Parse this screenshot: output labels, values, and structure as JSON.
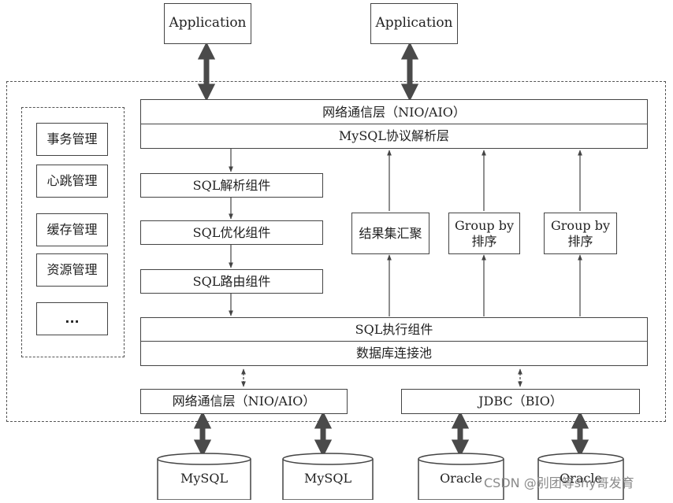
{
  "apps": {
    "left": "Application",
    "right": "Application"
  },
  "middleware": {
    "network_layer": "网络通信层（NIO/AIO）",
    "protocol_layer": "MySQL协议解析层",
    "parse_component": "SQL解析组件",
    "optimize_component": "SQL优化组件",
    "route_component": "SQL路由组件",
    "result_merge": "结果集汇聚",
    "group_by_1": "Group by\n排序",
    "group_by_2": "Group by\n排序",
    "exec_component": "SQL执行组件",
    "connection_pool": "数据库连接池",
    "backend_network": "网络通信层（NIO/AIO）",
    "jdbc": "JDBC（BIO）"
  },
  "management": {
    "items": [
      "事务管理",
      "心跳管理",
      "缓存管理",
      "资源管理",
      "..."
    ]
  },
  "databases": [
    "MySQL",
    "MySQL",
    "Oracle",
    "Oracle"
  ],
  "watermark": "CSDN @别团等shy哥发育"
}
